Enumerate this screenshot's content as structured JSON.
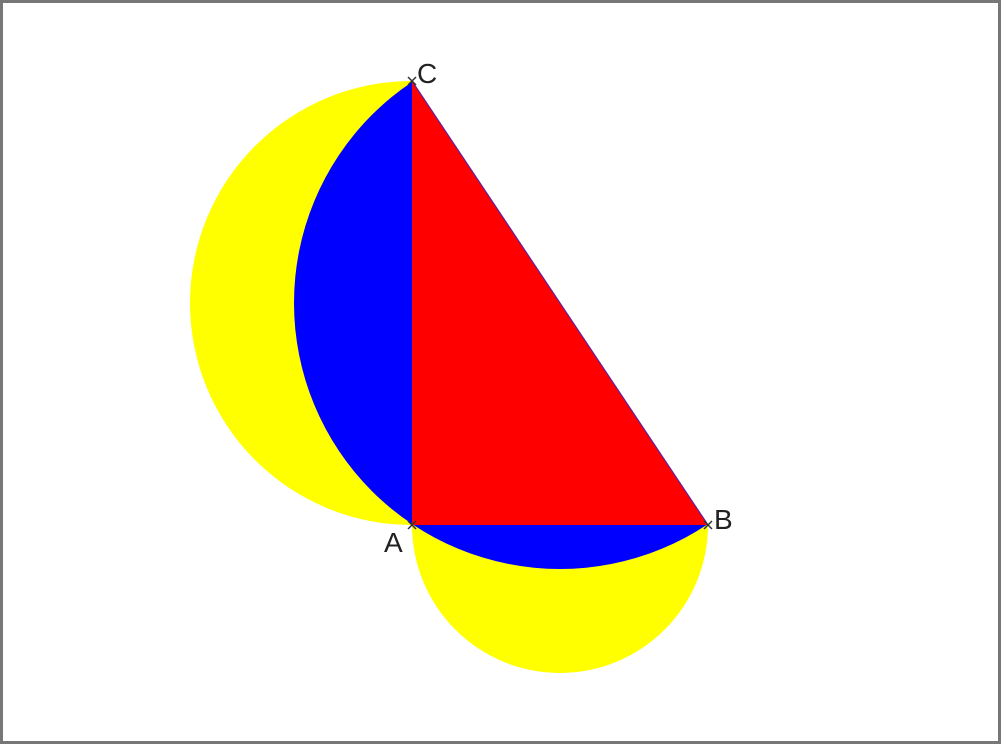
{
  "figure": {
    "points": {
      "A": {
        "label": "A"
      },
      "B": {
        "label": "B"
      },
      "C": {
        "label": "C"
      }
    },
    "colors": {
      "lune": "#ffff00",
      "segment": "#0000ff",
      "triangle": "#ff0000",
      "hypotenuse_stroke": "#6a1b9a",
      "point_marker": "#333333"
    }
  }
}
